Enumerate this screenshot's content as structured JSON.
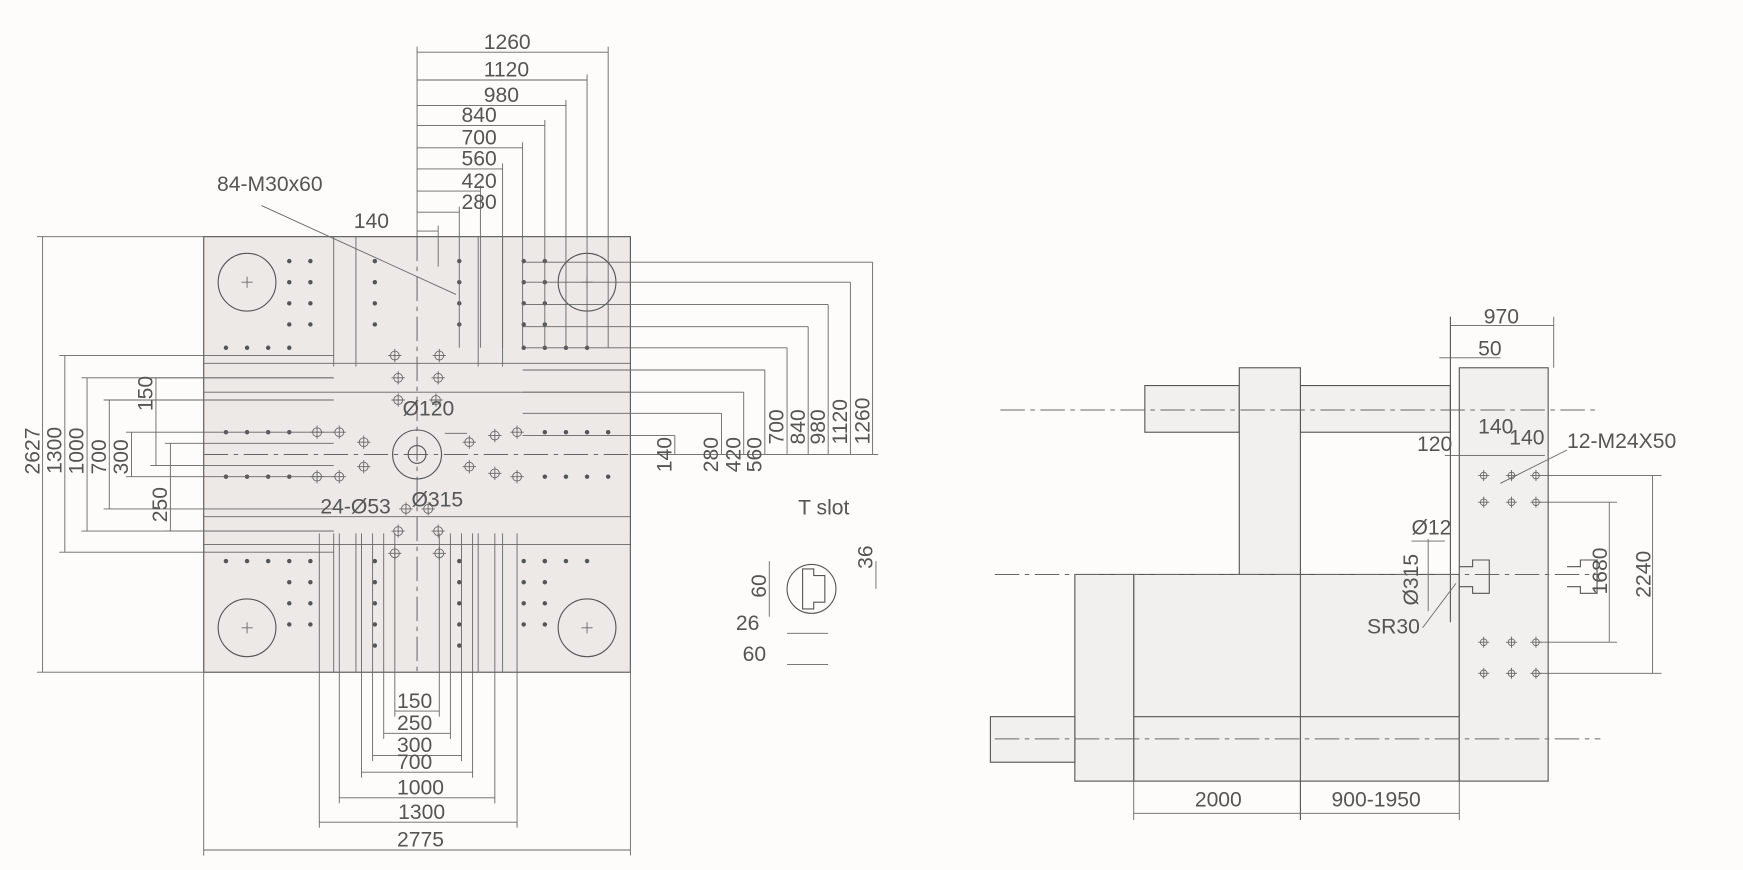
{
  "front_view": {
    "top_dims": [
      "1260",
      "1120",
      "980",
      "840",
      "700",
      "560",
      "420",
      "280",
      "140"
    ],
    "right_dims": [
      "1260",
      "1120",
      "980",
      "840",
      "700",
      "560",
      "420",
      "280",
      "140"
    ],
    "left_dims": [
      "2627",
      "1300",
      "1000",
      "700",
      "300",
      "150",
      "250"
    ],
    "bottom_dims": [
      "150",
      "250",
      "300",
      "700",
      "1000",
      "1300",
      "2775"
    ],
    "thread_note": "84-M30x60",
    "center_hole": "Ø120",
    "locating_ring": "Ø315",
    "ejector_holes": "24-Ø53"
  },
  "t_slot": {
    "title": "T  slot",
    "dims": [
      "60",
      "26",
      "60",
      "36"
    ]
  },
  "side_view": {
    "dim_970": "970",
    "dim_50": "50",
    "dim_120": "120",
    "dim_140a": "140",
    "dim_140b": "140",
    "thread_note": "12-M24X50",
    "nozzle_hole": "Ø12",
    "ring": "Ø315",
    "sphere_radius": "SR30",
    "dim_1680": "1680",
    "dim_2240": "2240",
    "stroke": "2000",
    "daylight": "900-1950"
  }
}
